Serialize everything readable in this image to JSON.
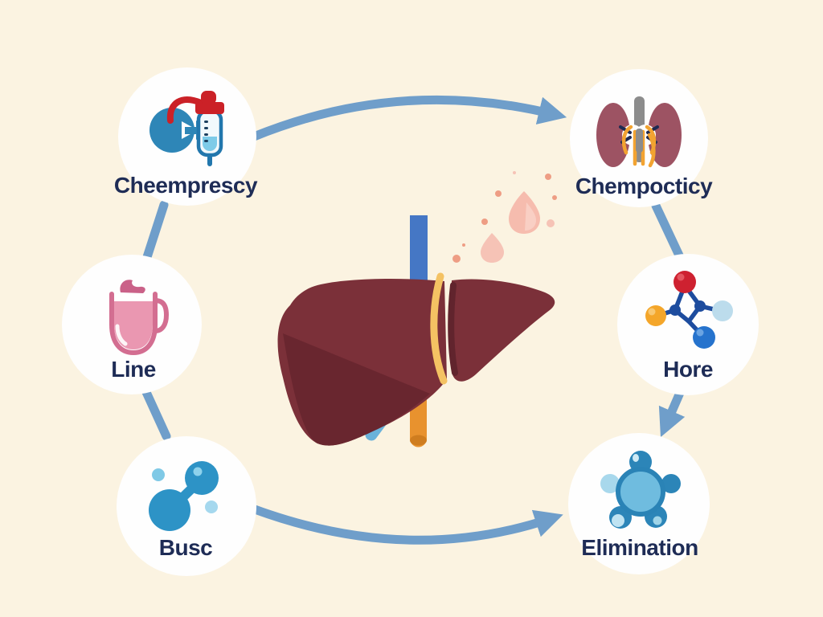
{
  "diagram": {
    "description": "Liver drug metabolism cycle infographic",
    "palette": {
      "background": "#fbf3e1",
      "arrow_blue": "#6f9eca",
      "label_navy": "#1e2c56",
      "node_circle": "#fefefe",
      "liver_main": "#7b3039",
      "liver_shadow": "#69262f",
      "vein_blue": "#4577c5",
      "vessel_orange": "#e8922e",
      "vessel_cyan": "#6ab2da",
      "ligament_yellow": "#f4c263",
      "droplet_pink": "#f6bcae"
    },
    "nodes": [
      {
        "label": "Cheemprescy",
        "icon": "chemo-infusion-pump-icon",
        "position": "top-left"
      },
      {
        "label": "Chempocticy",
        "icon": "kidneys-icon",
        "position": "top-right"
      },
      {
        "label": "Line",
        "icon": "pink-container-icon",
        "position": "middle-left"
      },
      {
        "label": "Hore",
        "icon": "molecule-atoms-icon",
        "position": "middle-right"
      },
      {
        "label": "Busc",
        "icon": "blue-molecule-icon",
        "position": "bottom-left"
      },
      {
        "label": "Elimination",
        "icon": "cell-cluster-icon",
        "position": "bottom-right"
      }
    ],
    "center": {
      "name": "liver-illustration"
    },
    "connections": [
      {
        "from": "Cheemprescy",
        "to": "Chempocticy",
        "style": "curved-arrow"
      },
      {
        "from": "Chempocticy",
        "to": "Hore",
        "style": "line"
      },
      {
        "from": "Hore",
        "to": "Elimination",
        "style": "arrow"
      },
      {
        "from": "Busc",
        "to": "Elimination",
        "style": "curved-arrow"
      },
      {
        "from": "Cheemprescy",
        "to": "Line",
        "style": "line"
      },
      {
        "from": "Line",
        "to": "Busc",
        "style": "line"
      }
    ]
  }
}
